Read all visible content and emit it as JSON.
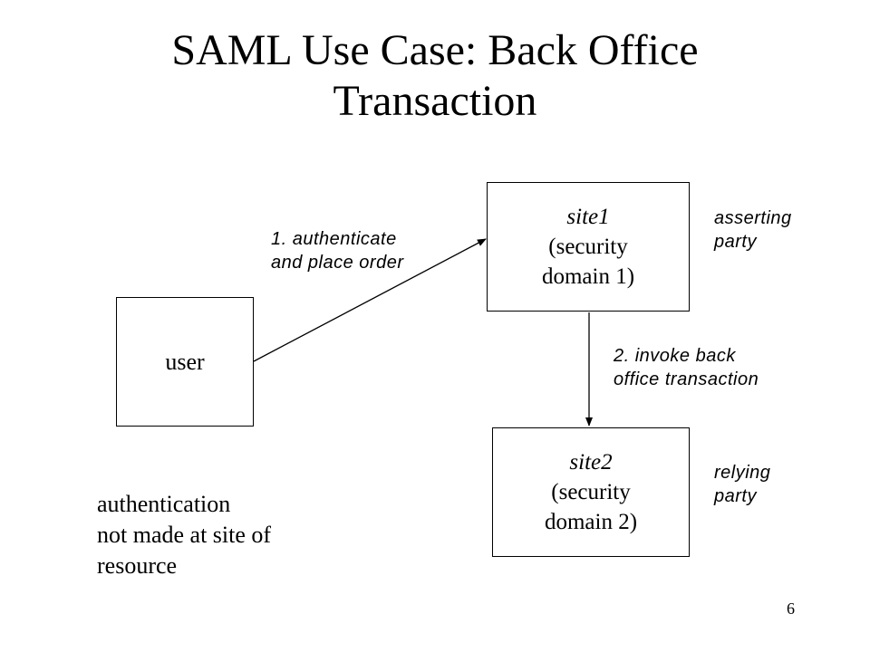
{
  "title": {
    "line1": "SAML Use Case: Back Office",
    "line2": "Transaction"
  },
  "nodes": {
    "user": {
      "label": "user"
    },
    "site1": {
      "name": "site1",
      "line2": "(security",
      "line3": "domain 1)"
    },
    "site2": {
      "name": "site2",
      "line2": "(security",
      "line3": "domain 2)"
    }
  },
  "edges": {
    "authenticate": {
      "line1": "1. authenticate",
      "line2": "and place order"
    },
    "invoke": {
      "line1": "2. invoke back",
      "line2": "office transaction"
    }
  },
  "roles": {
    "asserting": {
      "line1": "asserting",
      "line2": "party"
    },
    "relying": {
      "line1": "relying",
      "line2": "party"
    }
  },
  "note": {
    "line1": "authentication",
    "line2": "not made at site of",
    "line3": "resource"
  },
  "page_number": "6"
}
